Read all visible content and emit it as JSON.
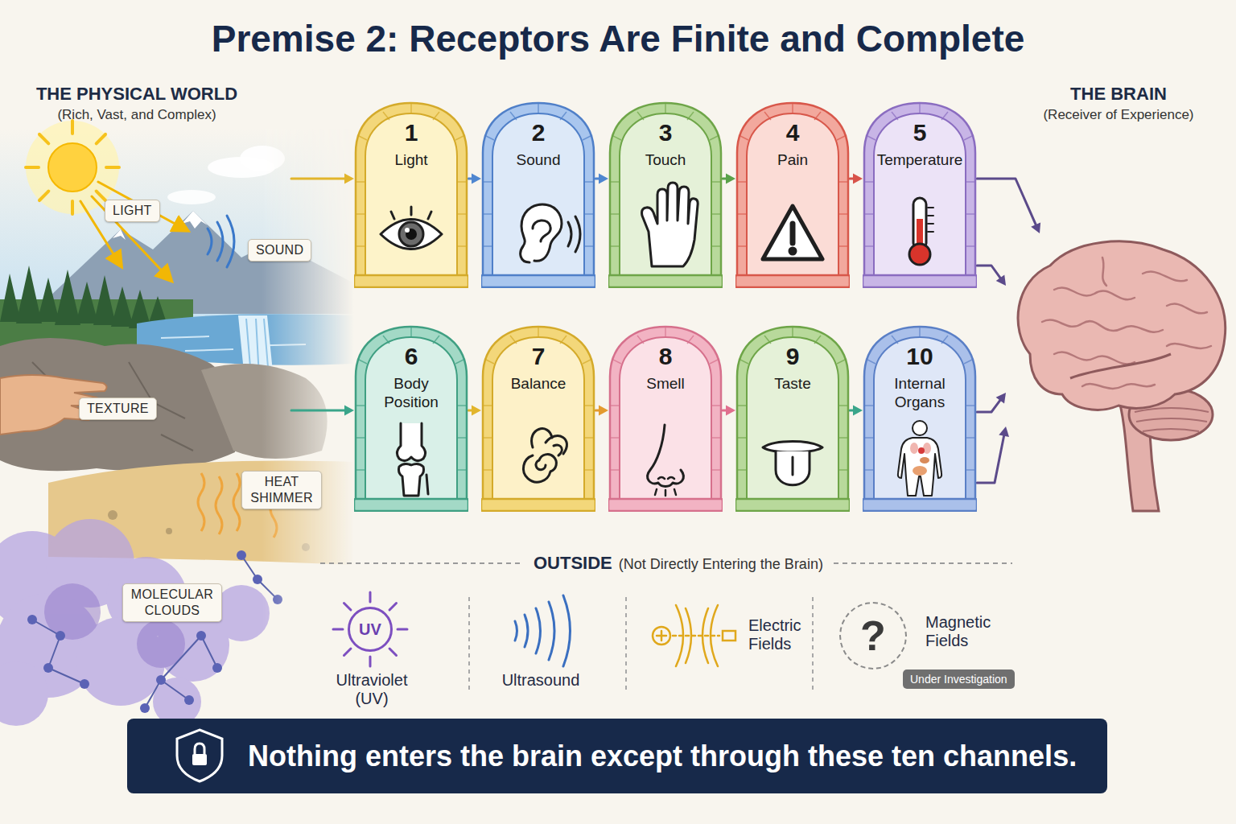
{
  "diagram": {
    "title": "Premise 2: Receptors Are Finite and Complete",
    "nodes": [
      {
        "text": [
          "THE PHYSICAL WORLD",
          "(Rich, Vast, and Complex)"
        ]
      },
      {
        "text": [
          "LIGHT"
        ],
        "in": 0
      },
      {
        "text": [
          "SOUND"
        ],
        "in": 0
      },
      {
        "text": [
          "TEXTURE"
        ],
        "in": 0
      },
      {
        "text": [
          "HEAT SHIMMER"
        ],
        "in": 0
      },
      {
        "text": [
          "MOLECULAR CLOUDS"
        ],
        "in": 0
      },
      {
        "text": [
          "1",
          "Light"
        ]
      },
      {
        "text": [
          "2",
          "Sound"
        ]
      },
      {
        "text": [
          "3",
          "Touch"
        ]
      },
      {
        "text": [
          "4",
          "Pain"
        ]
      },
      {
        "text": [
          "5",
          "Temperature"
        ]
      },
      {
        "text": [
          "THE BRAIN",
          "(Receiver of Experience)"
        ]
      },
      {
        "text": [
          "6",
          "Body Position"
        ]
      },
      {
        "text": [
          "7",
          "Balance"
        ]
      },
      {
        "text": [
          "8",
          "Smell"
        ]
      },
      {
        "text": [
          "9",
          "Taste"
        ]
      },
      {
        "text": [
          "10",
          "Internal Organs"
        ]
      },
      {
        "text": [
          "UV"
        ]
      },
      {
        "text": [
          "?"
        ]
      },
      {
        "text": [
          "Under Investigation"
        ]
      },
      {
        "text": [
          "Nothing enters the brain except through these ten channels."
        ]
      }
    ],
    "edges": [
      {
        "from": 0,
        "to": 6,
        "arrow": "to"
      },
      {
        "from": 6,
        "to": 7,
        "arrow": "to"
      },
      {
        "from": 7,
        "to": 8,
        "arrow": "to"
      },
      {
        "from": 8,
        "to": 9,
        "arrow": "to"
      },
      {
        "from": 9,
        "to": 10,
        "arrow": "to"
      },
      {
        "from": 10,
        "to": 11,
        "arrow": "to"
      },
      {
        "from": 10,
        "to": 11,
        "arrow": "to"
      },
      {
        "from": 0,
        "to": 12,
        "arrow": "to"
      },
      {
        "from": 12,
        "to": 13,
        "arrow": "to"
      },
      {
        "from": 13,
        "to": 14,
        "arrow": "to"
      },
      {
        "from": 14,
        "to": 15,
        "arrow": "to"
      },
      {
        "from": 15,
        "to": 16,
        "arrow": "to"
      },
      {
        "from": 16,
        "to": 11,
        "arrow": "to"
      },
      {
        "from": 16,
        "to": 11,
        "arrow": "to"
      }
    ],
    "labels": [
      "OUTSIDE",
      "(Not Directly Entering the Brain)",
      "Ultraviolet (UV)",
      "Ultrasound",
      "Electric Fields",
      "Magnetic Fields"
    ]
  }
}
